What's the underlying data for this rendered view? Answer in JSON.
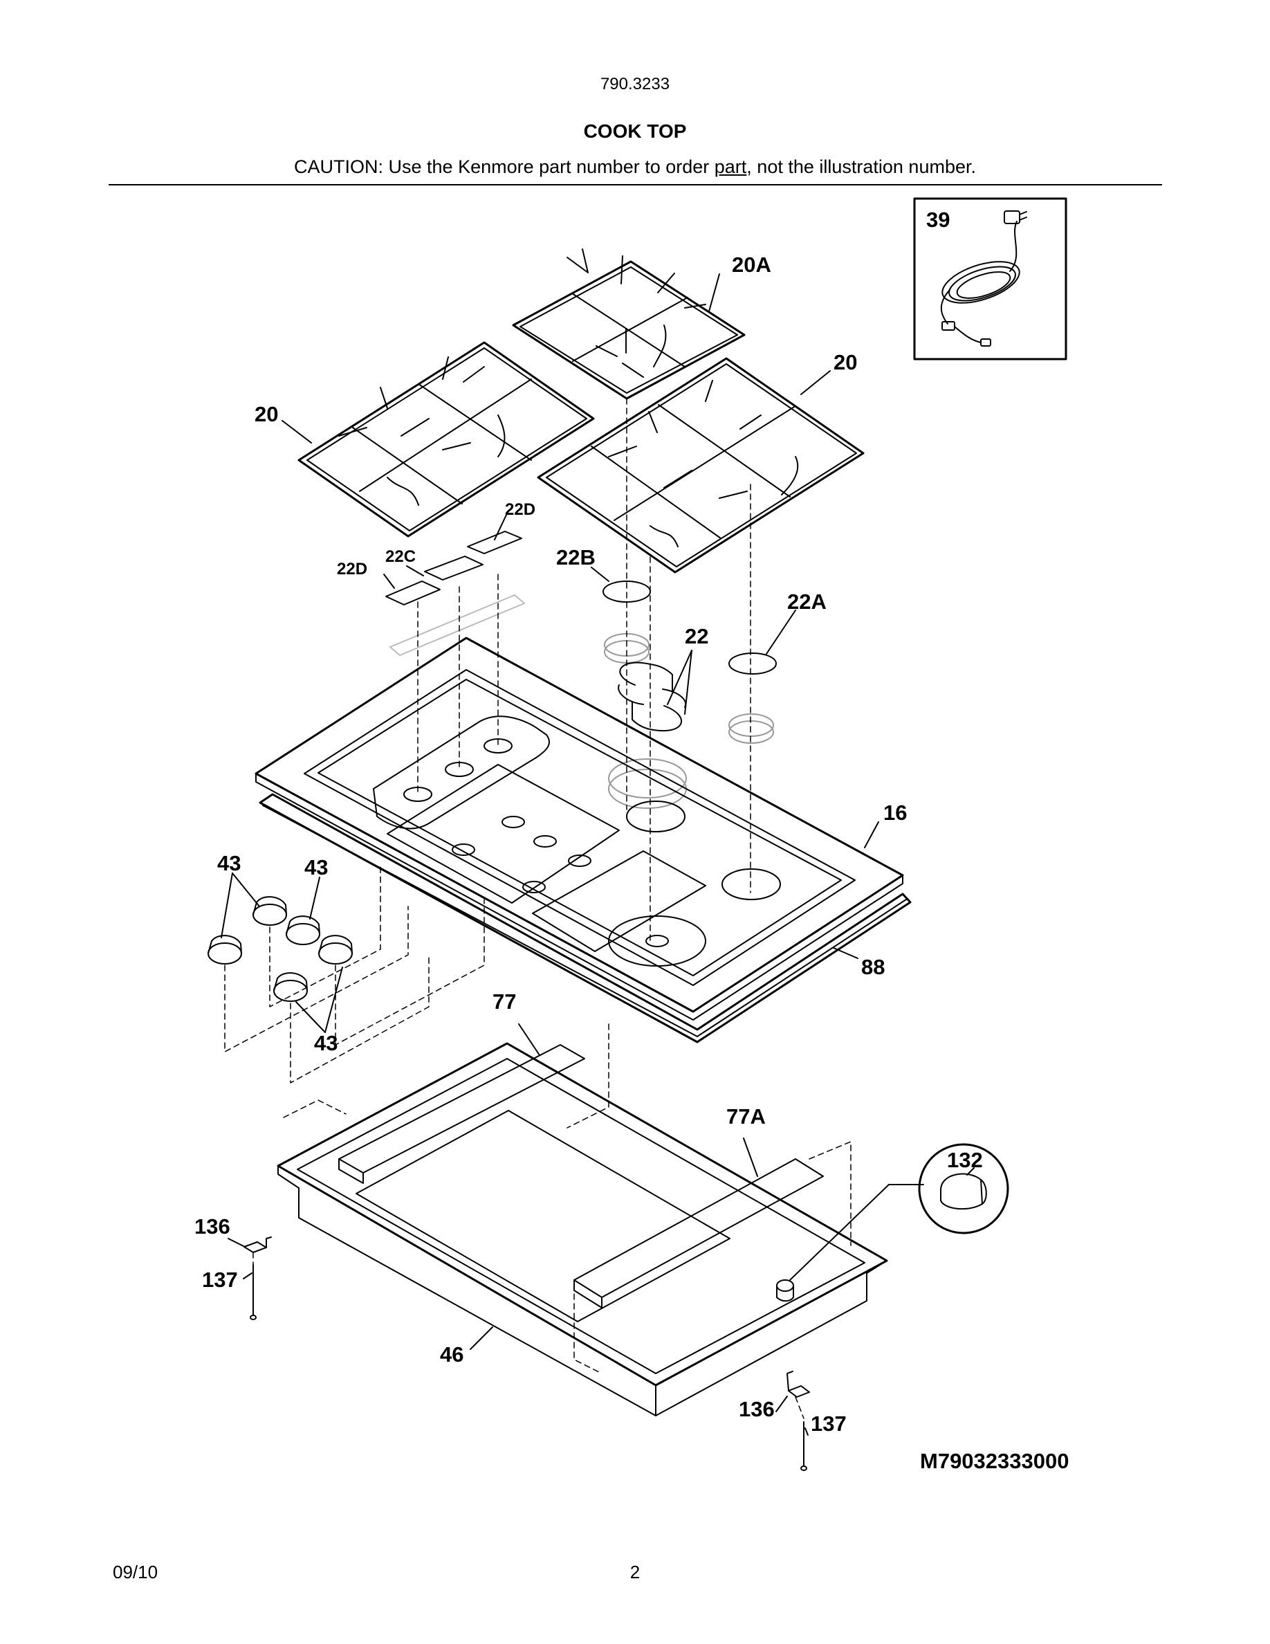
{
  "header": {
    "model": "790.3233",
    "title": "COOK TOP",
    "caution_prefix": "CAUTION: Use the Kenmore part number to order ",
    "caution_link": "part",
    "caution_suffix": ", not the illustration number."
  },
  "callouts": {
    "c39": "39",
    "c20A": "20A",
    "c20_right": "20",
    "c20_left": "20",
    "c22D_top": "22D",
    "c22C": "22C",
    "c22D_left": "22D",
    "c22B": "22B",
    "c22A": "22A",
    "c22": "22",
    "c16": "16",
    "c43_a": "43",
    "c43_b": "43",
    "c43_c": "43",
    "c88": "88",
    "c77": "77",
    "c77A": "77A",
    "c132": "132",
    "c136_left": "136",
    "c137_left": "137",
    "c46": "46",
    "c136_right": "136",
    "c137_right": "137"
  },
  "footer": {
    "diagram_code": "M79032333000",
    "date": "09/10",
    "page": "2"
  }
}
